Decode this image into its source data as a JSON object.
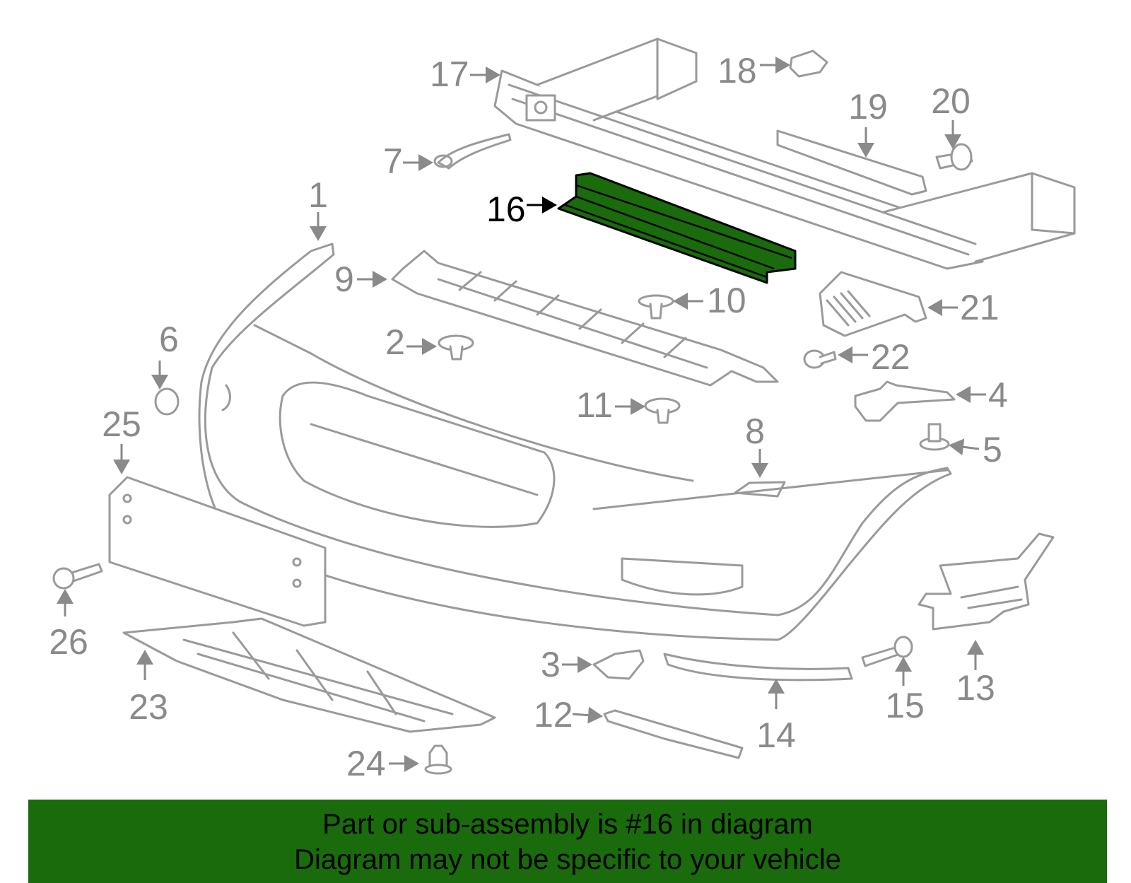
{
  "callouts": {
    "c1": "1",
    "c2": "2",
    "c3": "3",
    "c4": "4",
    "c5": "5",
    "c6": "6",
    "c7": "7",
    "c8": "8",
    "c9": "9",
    "c10": "10",
    "c11": "11",
    "c12": "12",
    "c13": "13",
    "c14": "14",
    "c15": "15",
    "c16": "16",
    "c17": "17",
    "c18": "18",
    "c19": "19",
    "c20": "20",
    "c21": "21",
    "c22": "22",
    "c23": "23",
    "c24": "24",
    "c25": "25",
    "c26": "26"
  },
  "highlight": {
    "part_number": "16",
    "color": "#1a6b0c"
  },
  "banner": {
    "line1": "Part or sub-assembly is #16 in diagram",
    "line2": "Diagram may not be specific to your vehicle",
    "background": "#1a6b0c"
  }
}
